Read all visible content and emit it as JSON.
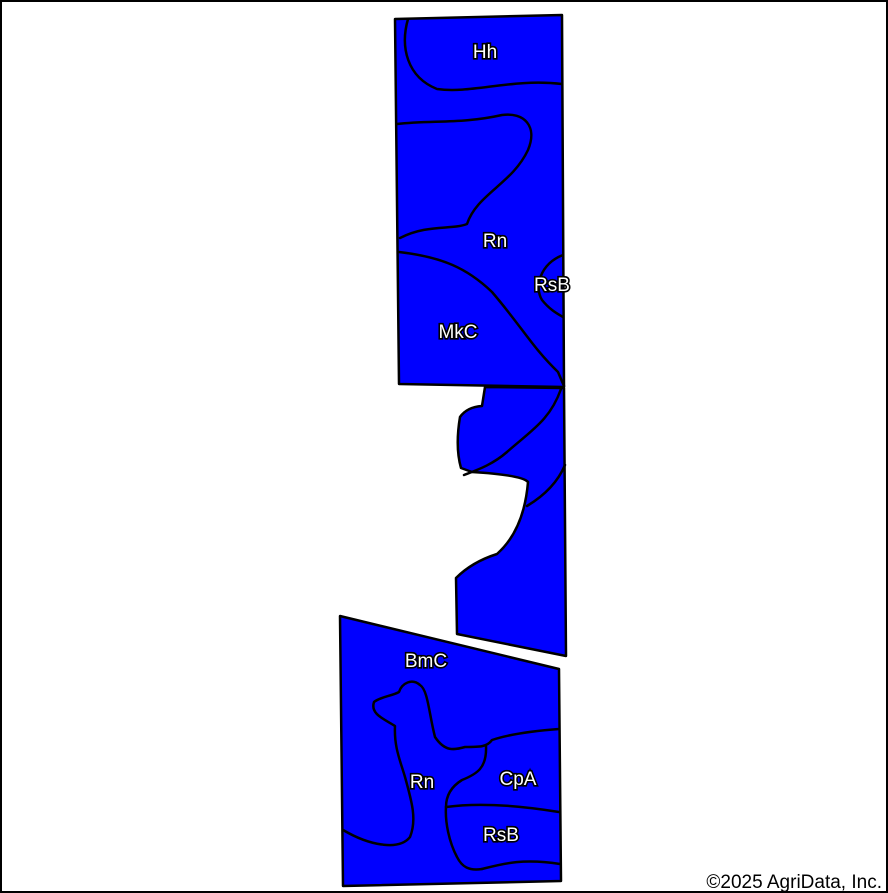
{
  "map": {
    "fill_color": "#0000ff",
    "boundary_color": "#000000",
    "labels": {
      "hh": "Hh",
      "rn_north": "Rn",
      "rsb_north": "RsB",
      "mkc": "MkC",
      "bmc": "BmC",
      "rn_south": "Rn",
      "cpa": "CpA",
      "rsb_south": "RsB"
    }
  },
  "copyright": "©2025 AgriData, Inc."
}
